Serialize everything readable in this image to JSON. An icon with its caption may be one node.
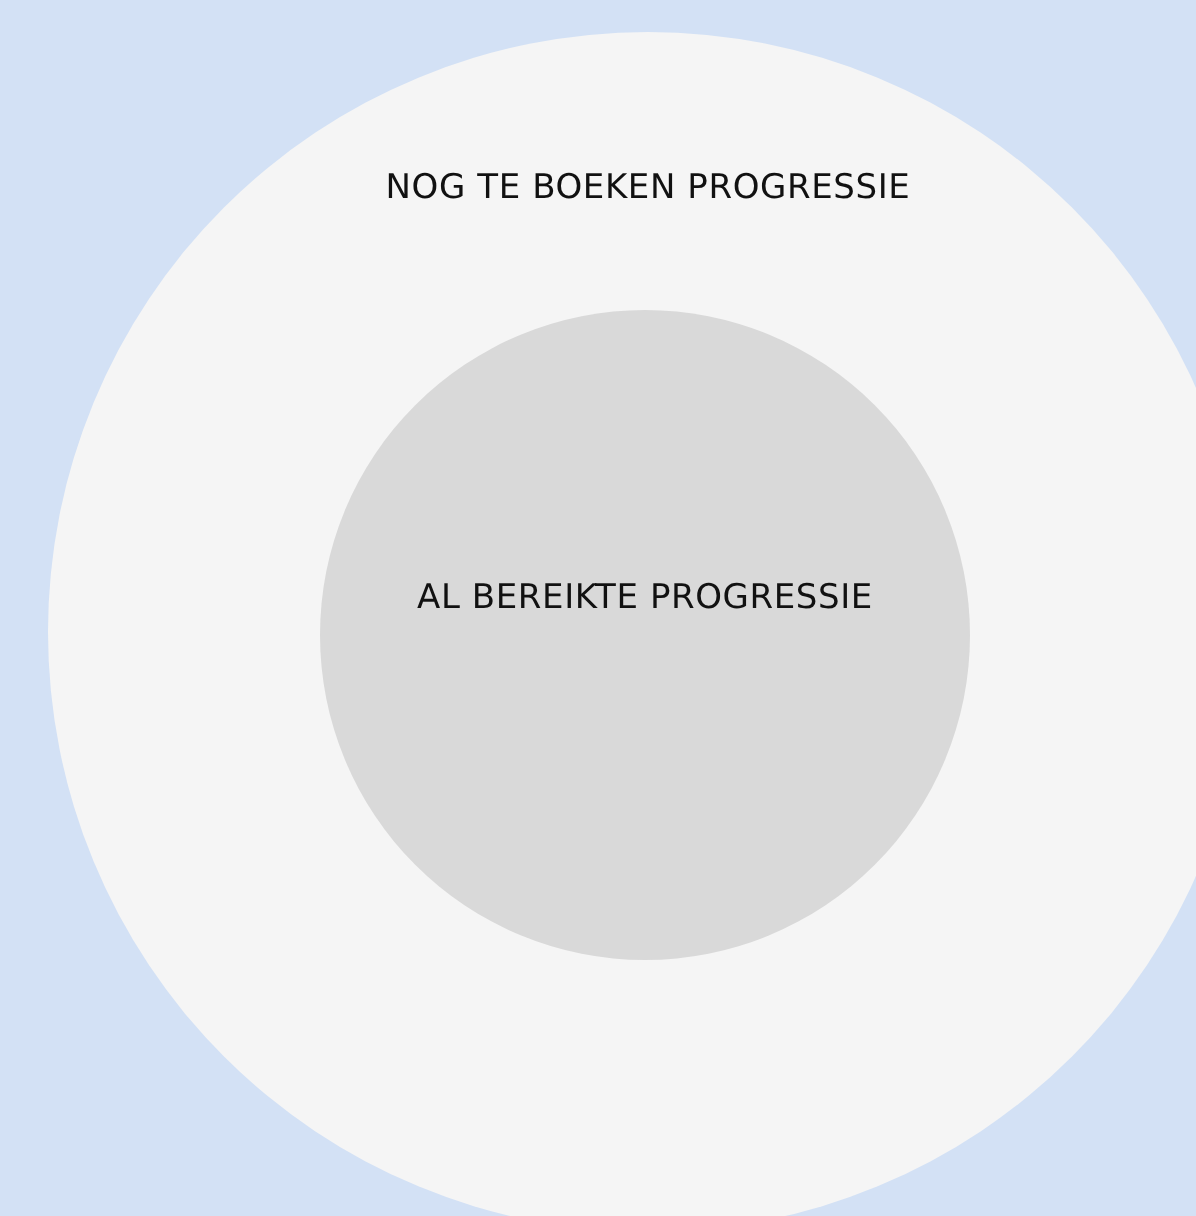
{
  "diagram": {
    "nodes": [
      {
        "text": [
          "NOG TE BOEKEN PROGRESSIE"
        ]
      },
      {
        "text": [
          "AL BEREIKTE PROGRESSIE"
        ],
        "in": 0
      }
    ]
  }
}
